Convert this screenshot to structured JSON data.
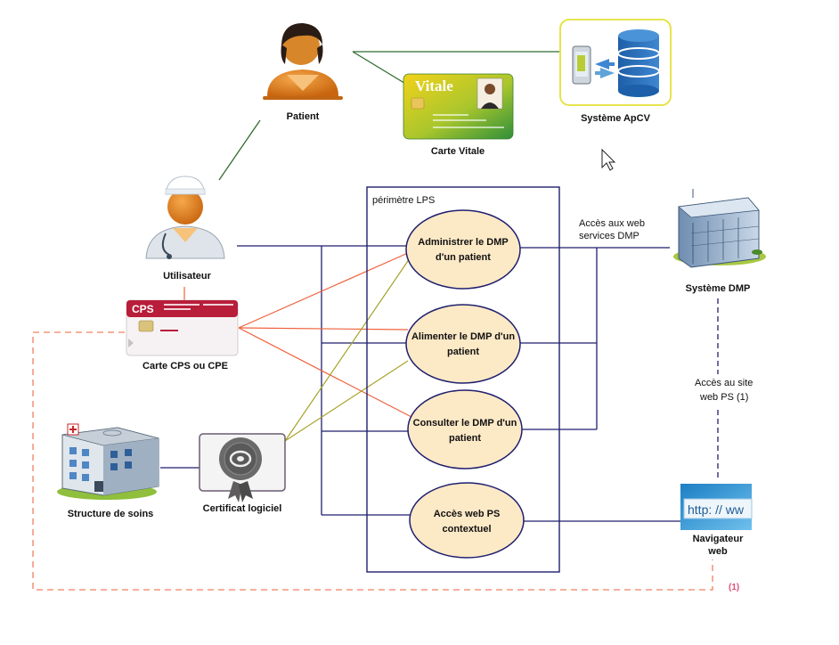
{
  "colors": {
    "navy": "#1f1f6e",
    "green_line": "#2e6b2e",
    "olive_line": "#a6a32a",
    "red_line": "#f0603c",
    "dashed_orange": "#f08060",
    "usecase_fill": "#fce9c6",
    "footnote": "#e0507a"
  },
  "actors": {
    "patient": {
      "label": "Patient",
      "icon": "patient-icon"
    },
    "utilisateur": {
      "label": "Utilisateur",
      "icon": "doctor-icon"
    }
  },
  "items": {
    "vitale": {
      "label": "Carte Vitale",
      "card_title": "Vitale",
      "icon": "vitale-card-icon"
    },
    "apcv": {
      "label": "Système ApCV",
      "icon": "database-icon"
    },
    "cps": {
      "label": "Carte CPS ou CPE",
      "card_title": "CPS",
      "icon": "cps-card-icon"
    },
    "dmp": {
      "label": "Système DMP",
      "icon": "building-icon"
    },
    "structure": {
      "label": "Structure de soins",
      "icon": "hospital-icon"
    },
    "certificat": {
      "label": "Certificat logiciel",
      "icon": "certificate-icon"
    },
    "navigateur": {
      "label_line1": "Navigateur",
      "label_line2": "web",
      "screen_text": "http: // ww",
      "icon": "browser-icon"
    }
  },
  "perimeter": {
    "label": "périmètre LPS"
  },
  "usecases": [
    {
      "line1": "Administrer le DMP",
      "line2": "d'un patient"
    },
    {
      "line1": "Alimenter le DMP d'un",
      "line2": "patient"
    },
    {
      "line1": "Consulter le DMP d'un",
      "line2": "patient"
    },
    {
      "line1": "Accès web PS",
      "line2": "contextuel"
    }
  ],
  "annotations": {
    "webservices_line1": "Accès aux web",
    "webservices_line2": "services DMP",
    "site_line1": "Accès au site",
    "site_line2": "web PS (1)",
    "footnote": "(1)"
  }
}
